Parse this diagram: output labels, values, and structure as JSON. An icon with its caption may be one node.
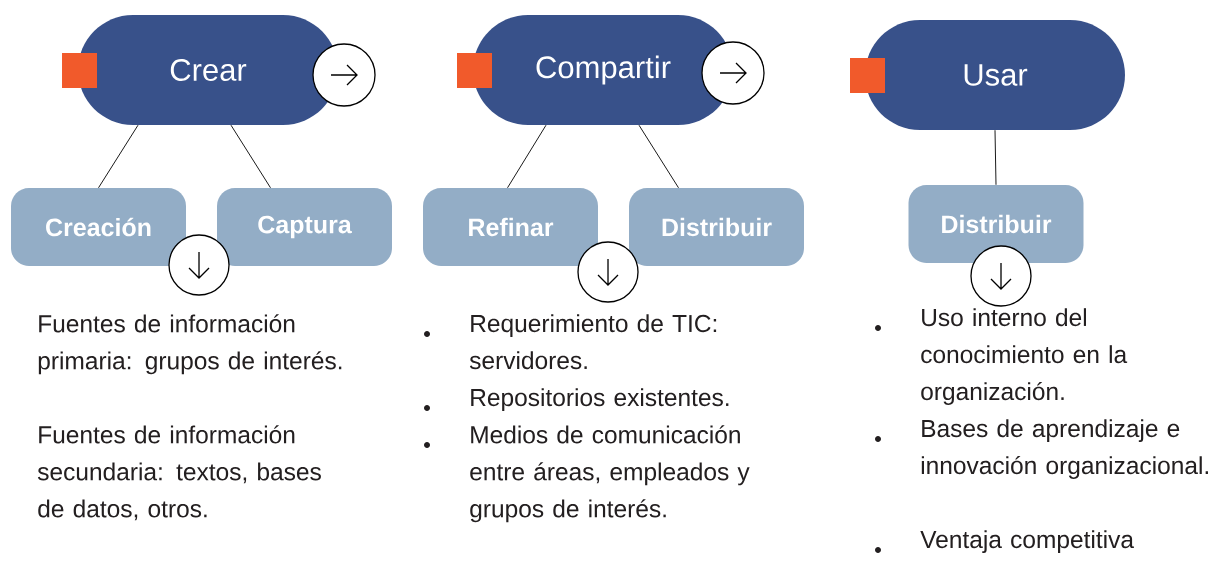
{
  "diagram": {
    "nodes": [
      {
        "text": [
          "Crear"
        ]
      },
      {
        "text": [
          "Creación"
        ]
      },
      {
        "text": [
          "Captura"
        ]
      },
      {
        "text": [
          "Compartir"
        ]
      },
      {
        "text": [
          "Refinar"
        ]
      },
      {
        "text": [
          "Distribuir"
        ]
      },
      {
        "text": [
          "Usar"
        ]
      },
      {
        "text": [
          "Distribuir"
        ]
      }
    ],
    "edges": [
      {
        "from": 0,
        "to": 1,
        "arrow": "none"
      },
      {
        "from": 0,
        "to": 2,
        "arrow": "none"
      },
      {
        "from": 3,
        "to": 4,
        "arrow": "none"
      },
      {
        "from": 3,
        "to": 5,
        "arrow": "none"
      },
      {
        "from": 6,
        "to": 7,
        "arrow": "none"
      }
    ],
    "labels": [
      "Fuentes de información primaria: grupos de interés.",
      "Fuentes de información secundaria: textos, bases de datos, otros.",
      "Requerimiento de TIC: servidores.",
      "Repositorios existentes.",
      "Medios de comunicación entre áreas, empleados y grupos de interés.",
      "Uso interno del conocimiento en la organización.",
      "Bases de aprendizaje e innovación organizacional.",
      "Ventaja competitiva"
    ]
  }
}
